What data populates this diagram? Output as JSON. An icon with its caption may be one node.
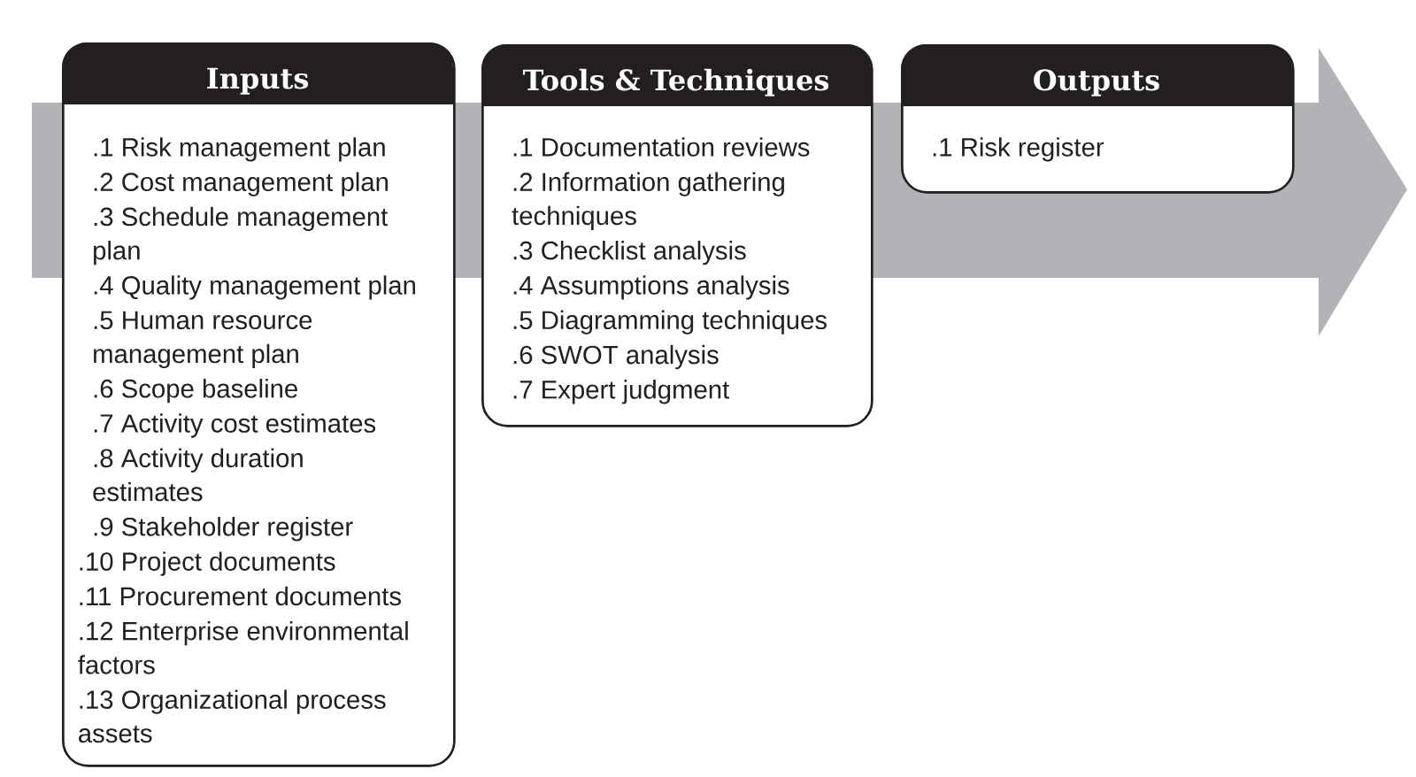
{
  "diagram": {
    "nodes": [
      {
        "text": [
          "Inputs",
          ".1 Risk management plan",
          ".2 Cost management plan",
          ".3 Schedule management plan",
          ".4 Quality management plan",
          ".5 Human resource management plan",
          ".6 Scope baseline",
          ".7 Activity cost estimates",
          ".8 Activity duration estimates",
          ".9 Stakeholder register",
          ".10 Project documents",
          ".11 Procurement documents",
          ".12 Enterprise environmental factors",
          ".13 Organizational process assets"
        ]
      },
      {
        "text": [
          "Tools & Techniques",
          ".1 Documentation reviews",
          ".2 Information gathering techniques",
          ".3 Checklist analysis",
          ".4 Assumptions analysis",
          ".5 Diagramming techniques",
          ".6 SWOT analysis",
          ".7 Expert judgment"
        ]
      },
      {
        "text": [
          "Outputs",
          ".1 Risk register"
        ]
      }
    ]
  }
}
